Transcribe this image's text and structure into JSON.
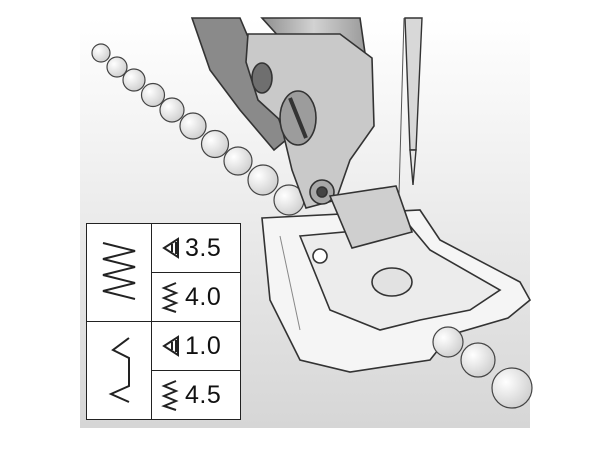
{
  "rows": [
    {
      "pattern_icon": "zigzag-stitch-icon",
      "length_icon": "stitch-length-icon",
      "length_value": "3.5",
      "width_icon": "stitch-width-icon",
      "width_value": "4.0"
    },
    {
      "pattern_icon": "blind-hem-stitch-icon",
      "length_icon": "stitch-length-icon",
      "length_value": "1.0",
      "width_icon": "stitch-width-icon",
      "width_value": "4.5"
    }
  ],
  "illustration": {
    "subject": "sewing-machine-presser-foot",
    "colors": {
      "metal": "#b9b9b9",
      "metal_dark": "#7d7d7d",
      "bead": "#f2f2f2",
      "outline": "#333333",
      "background_grey": "#e3e3e3"
    }
  }
}
